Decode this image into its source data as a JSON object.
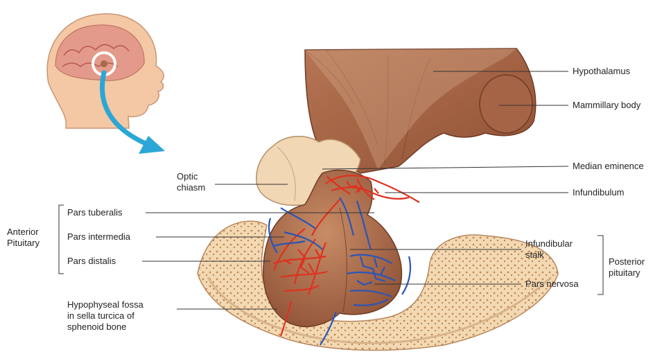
{
  "labels": {
    "hypothalamus": "Hypothalamus",
    "mammillary_body": "Mammillary body",
    "median_eminence": "Median eminence",
    "infundibulum": "Infundibulum",
    "optic_chiasm": "Optic\nchiasm",
    "pars_tuberalis": "Pars tuberalis",
    "pars_intermedia": "Pars intermedia",
    "pars_distalis": "Pars distalis",
    "anterior_pituitary": "Anterior\nPituitary",
    "infundibular_stalk": "Infundibular\nstalk",
    "posterior_pituitary": "Posterior\npituitary",
    "pars_nervosa": "Pars nervosa",
    "hypophyseal_fossa": "Hypophyseal fossa\nin sella turcica of\nsphenoid bone"
  },
  "colors": {
    "tissue": "#a86a4a",
    "tissue_light": "#c58a66",
    "optic": "#f1d7b4",
    "bone": "#f3d9b3",
    "bone_spots": "#c08a55",
    "artery": "#e0301e",
    "vein": "#2a55b8",
    "arrow": "#2aa7d6"
  }
}
